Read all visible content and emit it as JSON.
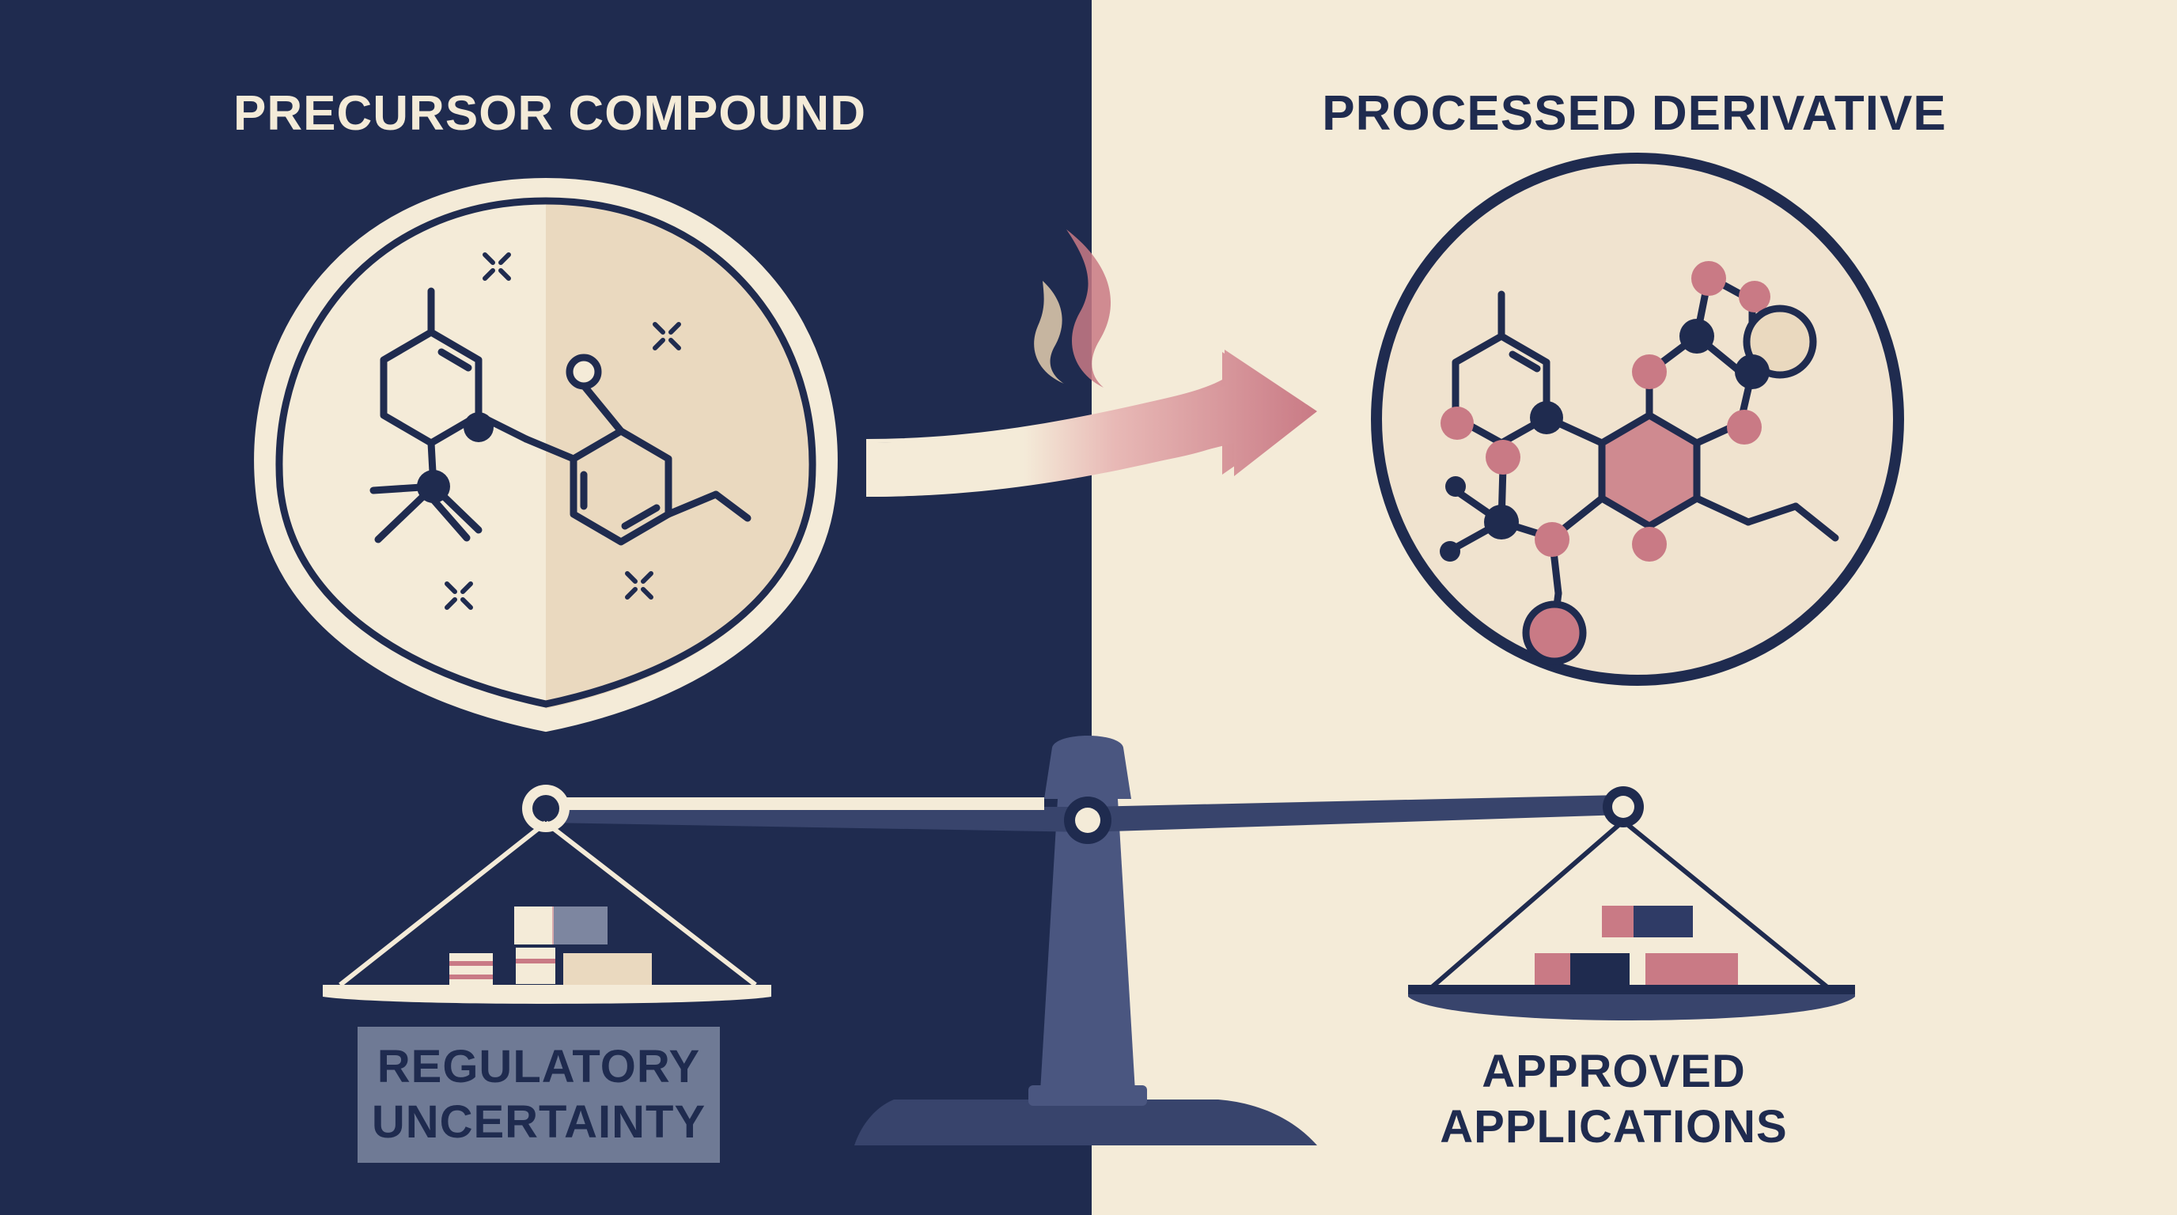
{
  "labels": {
    "left_title": "PRECURSOR COMPOUND",
    "right_title": "PROCESSED DERIVATIVE",
    "left_tag_line1": "REGULATORY",
    "left_tag_line2": "UNCERTAINTY",
    "right_tag_line1": "APPROVED",
    "right_tag_line2": "APPLICATIONS"
  },
  "colors": {
    "navy": "#1f2b4f",
    "cream": "#f4ebd8",
    "rose": "#c97a85",
    "slate": "#4a5680"
  }
}
